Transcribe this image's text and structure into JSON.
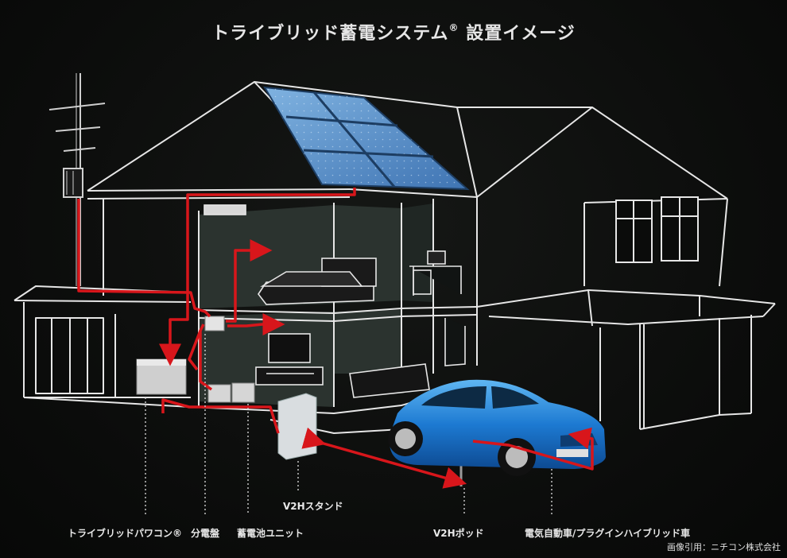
{
  "title": "トライブリッド蓄電システム",
  "title_mark": "®",
  "title_suffix": " 設置イメージ",
  "labels": {
    "v2h_stand": "V2Hスタンド",
    "pcs": "トライブリッドパワコン®",
    "distribution_board": "分電盤",
    "battery_unit": "蓄電池ユニット",
    "v2h_pod": "V2Hポッド",
    "ev": "電気自動車/プラグインハイブリッド車"
  },
  "credit": "画像引用：ニチコン株式会社",
  "colors": {
    "background": "#0b0c0b",
    "line_white": "#e6e6e6",
    "power_red": "#d8161b",
    "solar_blue": "#5f94cc",
    "car_blue": "#1f7fd6"
  }
}
